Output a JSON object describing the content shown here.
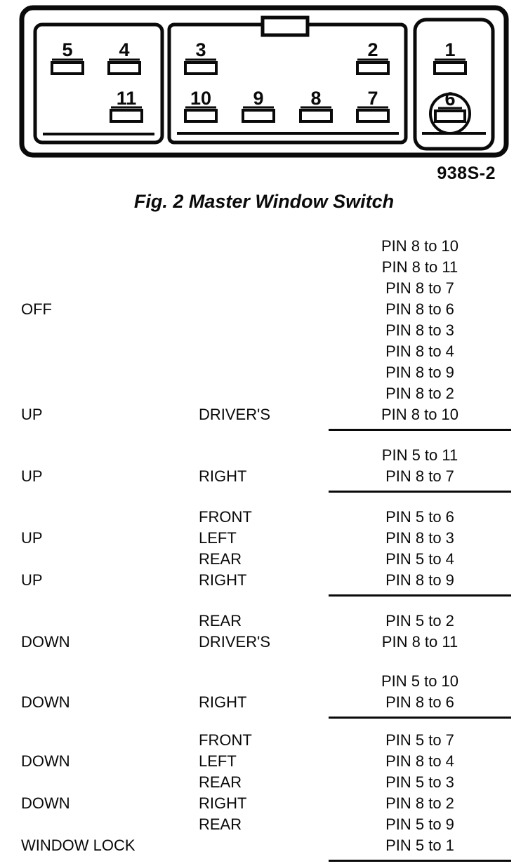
{
  "page": {
    "background": "#ffffff",
    "text_color": "#0a0a0a"
  },
  "figure": {
    "code": "938S-2",
    "caption": "Fig. 2 Master Window Switch",
    "connector": {
      "top_row_pins": [
        "5",
        "4",
        "3",
        "2",
        "1"
      ],
      "bottom_row_pins": [
        "11",
        "10",
        "9",
        "8",
        "7",
        "6"
      ],
      "circled_pin": "6"
    }
  },
  "table": {
    "groups": [
      {
        "underline": true,
        "rows": [
          {
            "pins": "PIN 8 to 10"
          },
          {
            "pins": "PIN 8 to 11"
          },
          {
            "pins": "PIN 8 to 7"
          },
          {
            "position": "OFF",
            "pins": "PIN 8 to 6"
          },
          {
            "pins": "PIN 8 to 3"
          },
          {
            "pins": "PIN 8 to 4"
          },
          {
            "pins": "PIN 8 to 9"
          },
          {
            "pins": "PIN 8 to 2"
          },
          {
            "position": "UP",
            "window": "DRIVER'S",
            "pins": "PIN 8 to 10"
          }
        ]
      },
      {
        "underline": true,
        "rows": [
          {
            "pins": "PIN 5 to 11"
          },
          {
            "position": "UP",
            "window": "RIGHT",
            "pins": "PIN 8 to 7"
          }
        ]
      },
      {
        "underline": true,
        "rows": [
          {
            "window": "FRONT",
            "pins": "PIN 5 to 6"
          },
          {
            "position": "UP",
            "window": "LEFT",
            "pins": "PIN 8 to 3"
          },
          {
            "window": "REAR",
            "pins": "PIN 5 to 4"
          },
          {
            "position": "UP",
            "window": "RIGHT",
            "pins": "PIN 8 to 9"
          }
        ]
      },
      {
        "underline": false,
        "rows": [
          {
            "window": "REAR",
            "pins": "PIN 5 to 2"
          },
          {
            "position": "DOWN",
            "window": "DRIVER'S",
            "pins": "PIN 8 to 11"
          }
        ]
      },
      {
        "underline": true,
        "rows": [
          {
            "pins": "PIN 5 to 10"
          },
          {
            "position": "DOWN",
            "window": "RIGHT",
            "pins": "PIN 8 to 6"
          }
        ]
      },
      {
        "underline": true,
        "rows": [
          {
            "window": "FRONT",
            "pins": "PIN 5 to 7"
          },
          {
            "position": "DOWN",
            "window": "LEFT",
            "pins": "PIN 8 to 4"
          },
          {
            "window": "REAR",
            "pins": "PIN 5 to 3"
          },
          {
            "position": "DOWN",
            "window": "RIGHT",
            "pins": "PIN 8 to 2"
          },
          {
            "window": "REAR",
            "pins": "PIN 5 to 9"
          },
          {
            "position": "WINDOW LOCK",
            "pins": "PIN 5 to 1"
          }
        ]
      }
    ]
  }
}
